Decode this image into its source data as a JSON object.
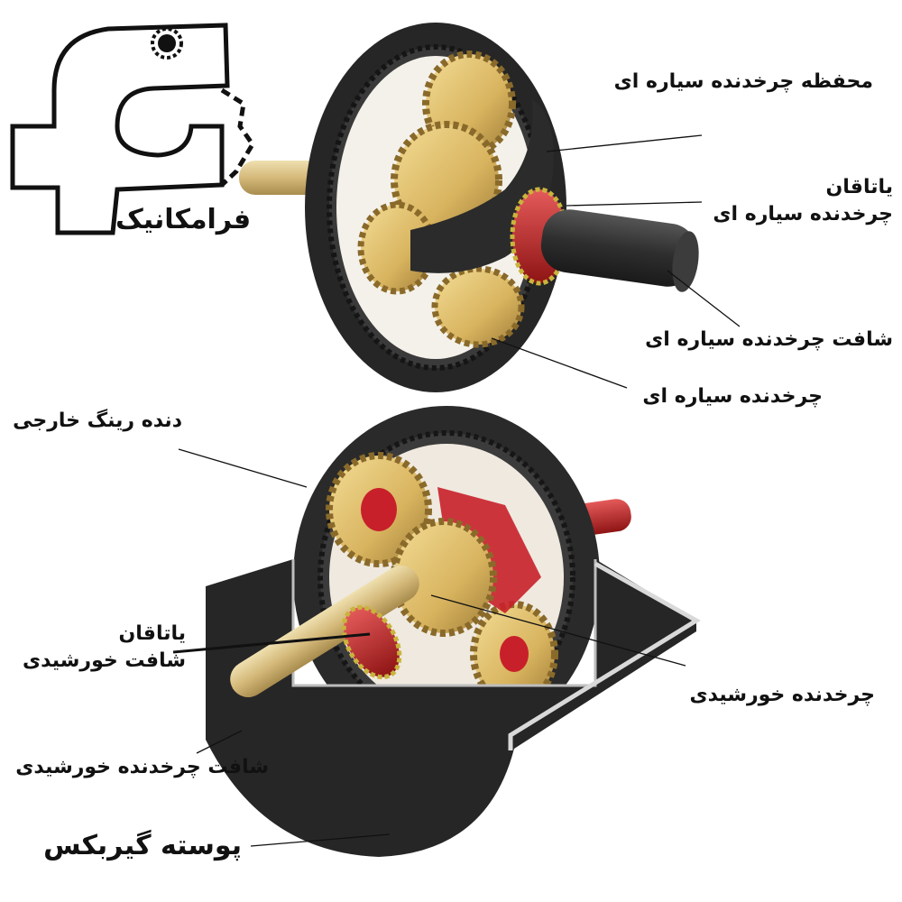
{
  "logo": {
    "text": "فرامکانیک"
  },
  "labels": {
    "carrier": "محفظه چرخدنده سیاره ای",
    "planet_bearing_line1": "یاتاقان",
    "planet_bearing_line2": "چرخدنده سیاره ای",
    "planet_shaft": "شافت چرخدنده سیاره ای",
    "planet_gear": "چرخدنده سیاره ای",
    "ring_gear": "دنده رینگ خارجی",
    "sun_bearing_line1": "یاتاقان",
    "sun_bearing_line2": "شافت خورشیدی",
    "sun_gear": "چرخدنده خورشیدی",
    "sun_shaft": "شافت چرخدنده خورشیدی",
    "housing": "پوسته گیربکس"
  },
  "colors": {
    "ring": "#2b2b2b",
    "gear_gold": "#d9b96a",
    "bearing_red": "#c8202a",
    "shaft_brass": "#d8c48a",
    "dark_shaft": "#333333"
  }
}
